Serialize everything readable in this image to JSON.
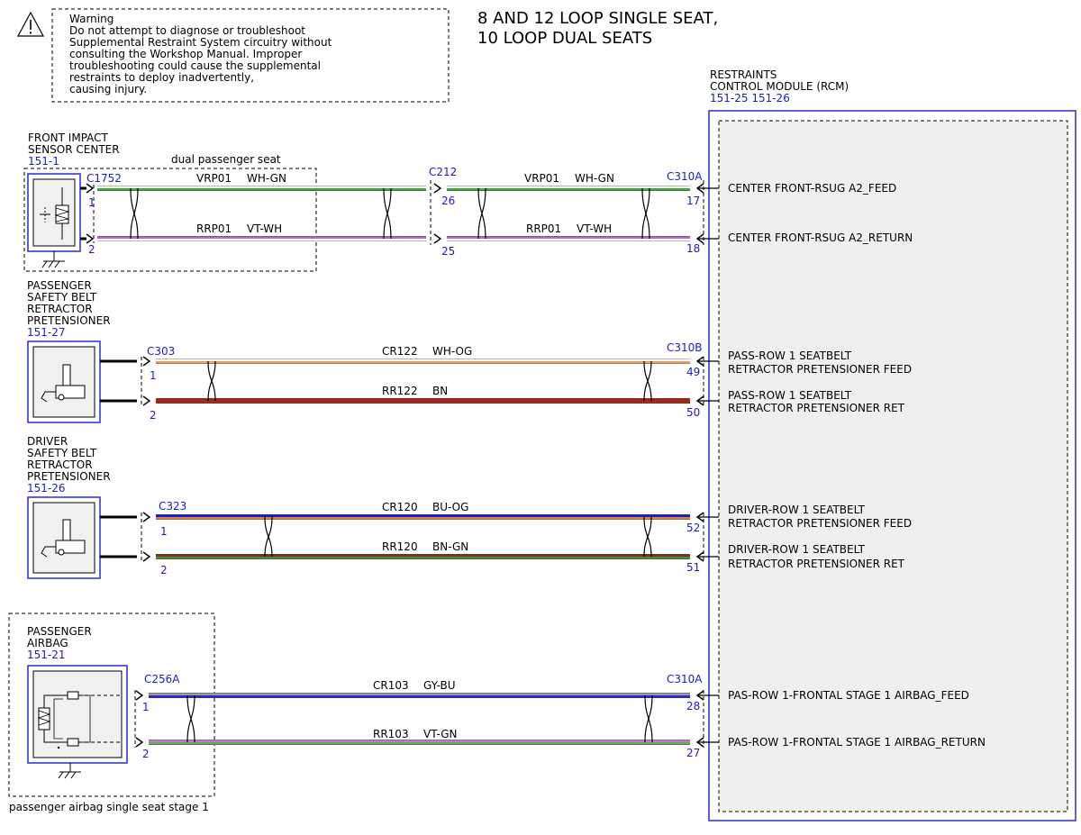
{
  "title": [
    "8 AND 12 LOOP SINGLE SEAT,",
    "10 LOOP DUAL SEATS"
  ],
  "warning": {
    "icon": "warning-triangle-icon",
    "lines": [
      "Warning",
      "Do not attempt to diagnose or troubleshoot",
      "Supplemental Restraint System circuitry without",
      "consulting the Workshop Manual. Improper",
      "troubleshooting could cause the supplemental",
      "restraints to deploy inadvertently,",
      "causing injury."
    ]
  },
  "rcm": {
    "name": [
      "RESTRAINTS",
      "CONTROL MODULE (RCM)"
    ],
    "ref": "151-25  151-26"
  },
  "components": [
    {
      "name": [
        "FRONT IMPACT",
        "SENSOR CENTER"
      ],
      "ref": "151-1",
      "icon": "impact-sensor-icon"
    },
    {
      "name": [
        "PASSENGER",
        "SAFETY BELT",
        "RETRACTOR",
        "PRETENSIONER"
      ],
      "ref": "151-27",
      "icon": "pretensioner-icon"
    },
    {
      "name": [
        "DRIVER",
        "SAFETY BELT",
        "RETRACTOR",
        "PRETENSIONER"
      ],
      "ref": "151-26",
      "icon": "pretensioner-icon"
    },
    {
      "name": [
        "PASSENGER",
        "AIRBAG"
      ],
      "ref": "151-21",
      "icon": "airbag-squib-icon"
    }
  ],
  "notes": {
    "dual_seat": "dual passenger seat",
    "single_seat": "passenger airbag single seat stage 1"
  },
  "connectors": {
    "c1752": {
      "name": "C1752",
      "pins": [
        "1",
        "2"
      ]
    },
    "c212": {
      "name": "C212",
      "pins": [
        "26",
        "25"
      ]
    },
    "c310a_top": {
      "name": "C310A",
      "pins": [
        "17",
        "18"
      ]
    },
    "c303": {
      "name": "C303",
      "pins": [
        "1",
        "2"
      ]
    },
    "c310b": {
      "name": "C310B",
      "pins": [
        "49",
        "50"
      ]
    },
    "c323": {
      "name": "C323",
      "pins": [
        "1",
        "2"
      ]
    },
    "c310b_pins2": {
      "pins": [
        "52",
        "51"
      ]
    },
    "c256a": {
      "name": "C256A",
      "pins": [
        "1",
        "2"
      ]
    },
    "c310a_bottom": {
      "name": "C310A",
      "pins": [
        "28",
        "27"
      ]
    }
  },
  "wires": [
    {
      "circuit": "VRP01",
      "color_code": "WH-GN",
      "circuit2": "VRP01",
      "color_code2": "WH-GN",
      "colors": [
        "#ffffff",
        "#3aa83a"
      ]
    },
    {
      "circuit": "RRP01",
      "color_code": "VT-WH",
      "circuit2": "RRP01",
      "color_code2": "VT-WH",
      "colors": [
        "#b468c8",
        "#ffffff"
      ]
    },
    {
      "circuit": "CR122",
      "color_code": "WH-OG",
      "colors": [
        "#ffffff",
        "#e8a060"
      ]
    },
    {
      "circuit": "RR122",
      "color_code": "BN",
      "colors": [
        "#a02818",
        "#a02818"
      ]
    },
    {
      "circuit": "CR120",
      "color_code": "BU-OG",
      "colors": [
        "#1a1ad0",
        "#e08040"
      ]
    },
    {
      "circuit": "RR120",
      "color_code": "BN-GN",
      "colors": [
        "#7a3420",
        "#4a8a3a"
      ]
    },
    {
      "circuit": "CR103",
      "color_code": "GY-BU",
      "colors": [
        "#9a9a9a",
        "#2a2ad0"
      ]
    },
    {
      "circuit": "RR103",
      "color_code": "VT-GN",
      "colors": [
        "#c07ac8",
        "#6aa85a"
      ]
    }
  ],
  "rcm_signals": [
    [
      "CENTER FRONT-RSUG A2_FEED"
    ],
    [
      "CENTER FRONT-RSUG A2_RETURN"
    ],
    [
      "PASS-ROW 1 SEATBELT",
      "RETRACTOR PRETENSIONER FEED"
    ],
    [
      "PASS-ROW 1 SEATBELT",
      "RETRACTOR PRETENSIONER RET"
    ],
    [
      "DRIVER-ROW 1 SEATBELT",
      "RETRACTOR PRETENSIONER FEED"
    ],
    [
      "DRIVER-ROW 1 SEATBELT",
      "RETRACTOR PRETENSIONER RET"
    ],
    [
      "PAS-ROW 1-FRONTAL STAGE 1 AIRBAG_FEED"
    ],
    [
      "PAS-ROW 1-FRONTAL STAGE 1 AIRBAG_RETURN"
    ]
  ]
}
